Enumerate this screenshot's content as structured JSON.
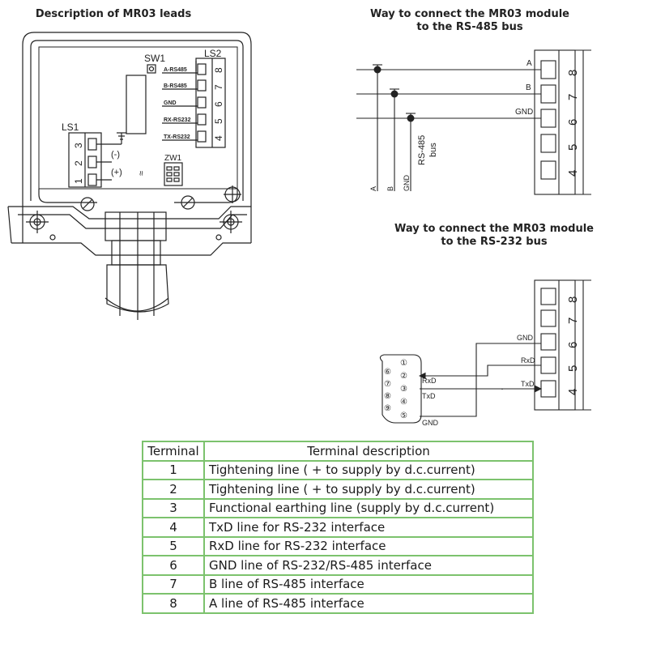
{
  "headings": {
    "description": "Description of MR03 leads",
    "rs485": [
      "Way to connect the MR03 module",
      "to the RS-485 bus"
    ],
    "rs232": [
      "Way to connect the MR03 module",
      "to the RS-232 bus"
    ]
  },
  "device": {
    "sw_label": "SW1",
    "ls2_label": "LS2",
    "ls1_label": "LS1",
    "zw_label": "ZW1",
    "ls2_signals": [
      "A-RS485",
      "B-RS485",
      "GND",
      "RX-RS232",
      "TX-RS232"
    ],
    "ls2_numbers": [
      "8",
      "7",
      "6",
      "5",
      "4"
    ],
    "ls1_numbers": [
      "3",
      "2",
      "1"
    ],
    "minus": "(-)",
    "plus": "(+)",
    "tilde": "≈"
  },
  "rs485": {
    "line_labels": [
      "A",
      "B",
      "GND"
    ],
    "bottom_labels": [
      "A",
      "B",
      "GND"
    ],
    "bus_label": [
      "RS-485",
      "bus"
    ],
    "terminal_numbers": [
      "8",
      "7",
      "6",
      "5",
      "4"
    ]
  },
  "rs232": {
    "terminal_numbers": [
      "8",
      "7",
      "6",
      "5",
      "4"
    ],
    "line_labels": [
      "GND",
      "RxD",
      "TxD"
    ],
    "connector_pins": [
      "⑥",
      "⑦",
      "⑧",
      "⑨",
      "①",
      "②",
      "③",
      "④",
      "⑤"
    ],
    "connector_labels": [
      "RxD",
      "TxD",
      "GND"
    ]
  },
  "table": {
    "headers": [
      "Terminal",
      "Terminal description"
    ],
    "rows": [
      {
        "terminal": "1",
        "description": "Tightening line ( + to supply by d.c.current)"
      },
      {
        "terminal": "2",
        "description": "Tightening line ( + to supply by d.c.current)"
      },
      {
        "terminal": "3",
        "description": "Functional earthing line (supply by d.c.current)"
      },
      {
        "terminal": "4",
        "description": "TxD line for RS-232 interface"
      },
      {
        "terminal": "5",
        "description": "RxD line for RS-232 interface"
      },
      {
        "terminal": "6",
        "description": "GND line of RS-232/RS-485 interface"
      },
      {
        "terminal": "7",
        "description": "B line of RS-485 interface"
      },
      {
        "terminal": "8",
        "description": "A line of RS-485 interface"
      }
    ]
  },
  "colors": {
    "table_border": "#7cc26d",
    "line": "#222222"
  }
}
